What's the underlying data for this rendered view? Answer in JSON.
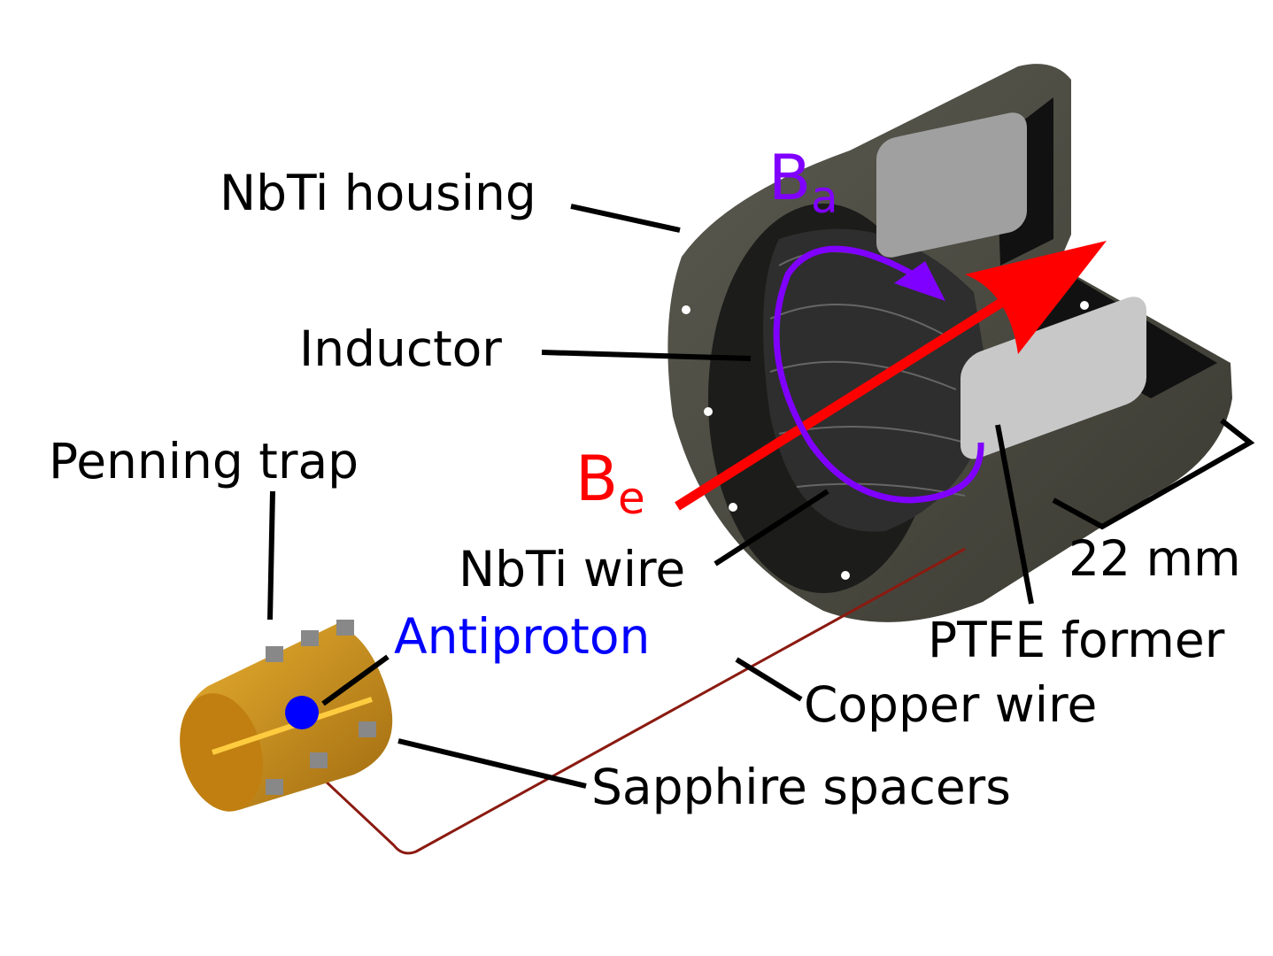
{
  "labels": {
    "nbti_housing": "NbTi housing",
    "inductor": "Inductor",
    "penning_trap": "Penning trap",
    "nbti_wire": "NbTi wire",
    "antiproton": "Antiproton",
    "dimension": "22 mm",
    "ptfe_former": "PTFE former",
    "copper_wire": "Copper wire",
    "sapphire_spacers": "Sapphire spacers"
  },
  "fields": {
    "ba_main": "B",
    "ba_sub": "a",
    "be_main": "B",
    "be_sub": "e"
  },
  "colors": {
    "ba": "#8000ff",
    "be": "#ff0000",
    "antiproton": "#0000ff",
    "housing": "#4a4a40",
    "trap": "#d9a020",
    "copper_wire": "#8b1a10"
  }
}
